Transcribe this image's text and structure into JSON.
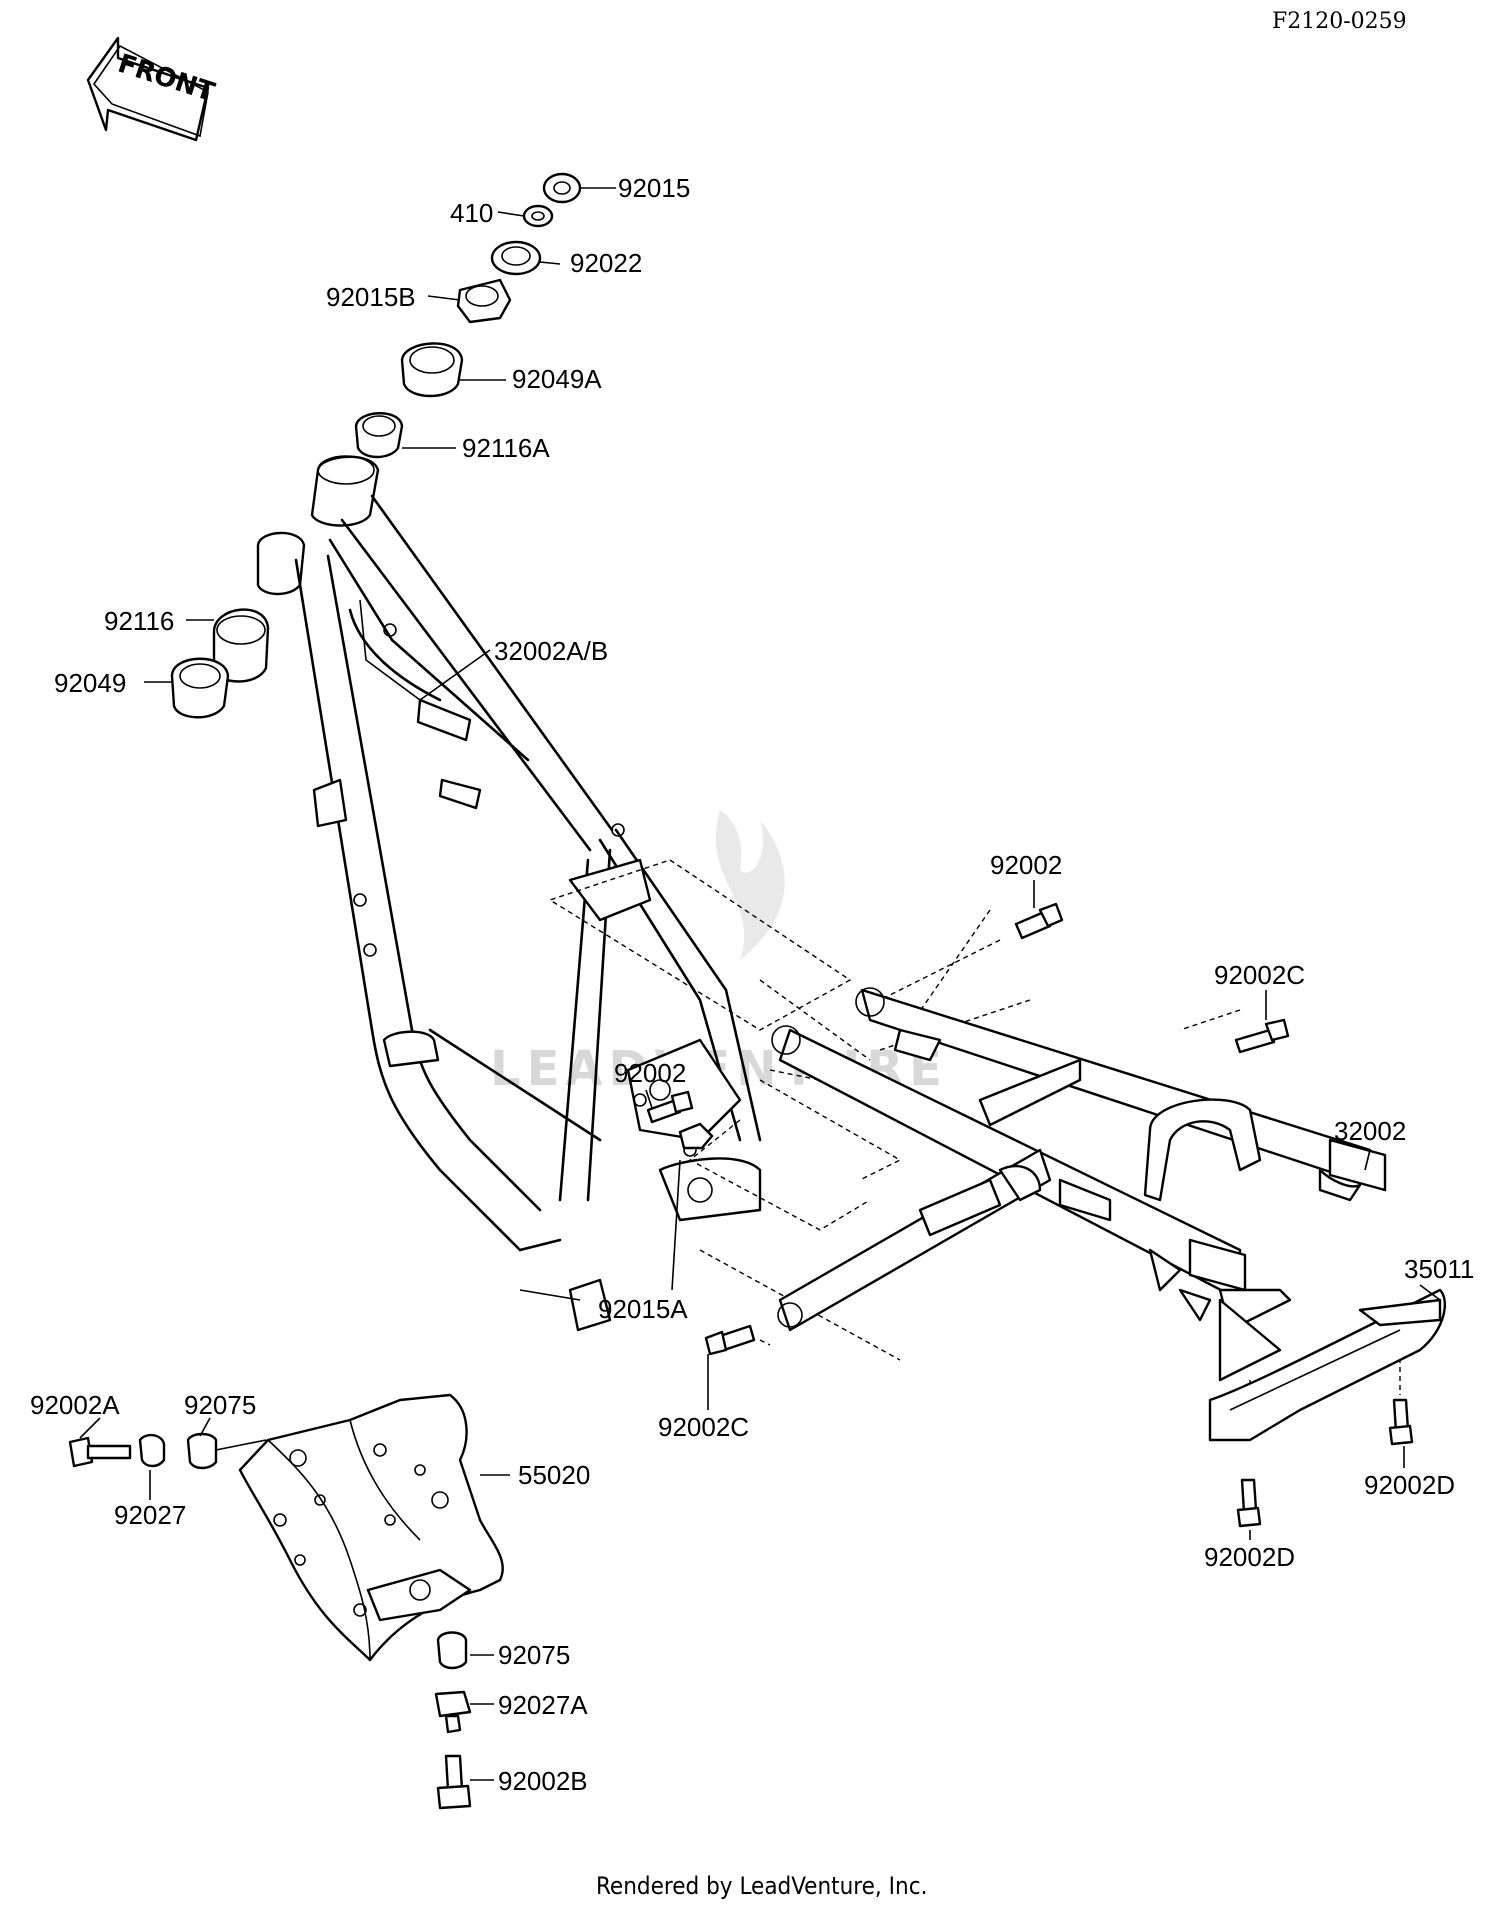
{
  "diagram_code": "F2120-0259",
  "front_label": "FRONT",
  "watermark_text": "LEADVENTURE",
  "footer": "Rendered by LeadVenture, Inc.",
  "labels": {
    "p92015": "92015",
    "p410": "410",
    "p92022": "92022",
    "p92015B": "92015B",
    "p92049A": "92049A",
    "p92116A": "92116A",
    "p92116": "92116",
    "p92049": "92049",
    "p32002AB": "32002A/B",
    "p92002_top": "92002",
    "p92002C_top": "92002C",
    "p92002_mid": "92002",
    "p32002": "32002",
    "p92015A": "92015A",
    "p35011": "35011",
    "p92002A": "92002A",
    "p92075_top": "92075",
    "p92027": "92027",
    "p55020": "55020",
    "p92002C_bottom": "92002C",
    "p92002D_right": "92002D",
    "p92002D_bottom": "92002D",
    "p92075_bottom": "92075",
    "p92027A": "92027A",
    "p92002B": "92002B"
  }
}
